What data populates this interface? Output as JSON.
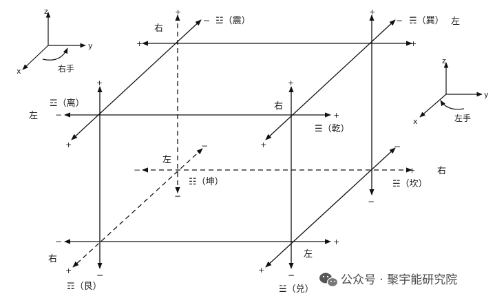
{
  "axes_left": {
    "z": "z",
    "y": "y",
    "x": "x",
    "hand": "右手"
  },
  "axes_right": {
    "z": "z",
    "y": "y",
    "x": "x",
    "hand": "左手"
  },
  "trigrams": {
    "zhen": "☳（震）",
    "xun": "☴（巽）",
    "li": "☲（离）",
    "qian": "☰（乾）",
    "kun": "☷（坤）",
    "kan": "☵（坎）",
    "gen": "☶（艮）",
    "dui": "☱（兑）"
  },
  "directions": {
    "right": "右",
    "left": "左"
  },
  "signs": {
    "plus": "+",
    "minus": "−"
  },
  "watermark": {
    "brand": "公众号 · 聚宇能研究院",
    "logo_color": "#555555"
  }
}
